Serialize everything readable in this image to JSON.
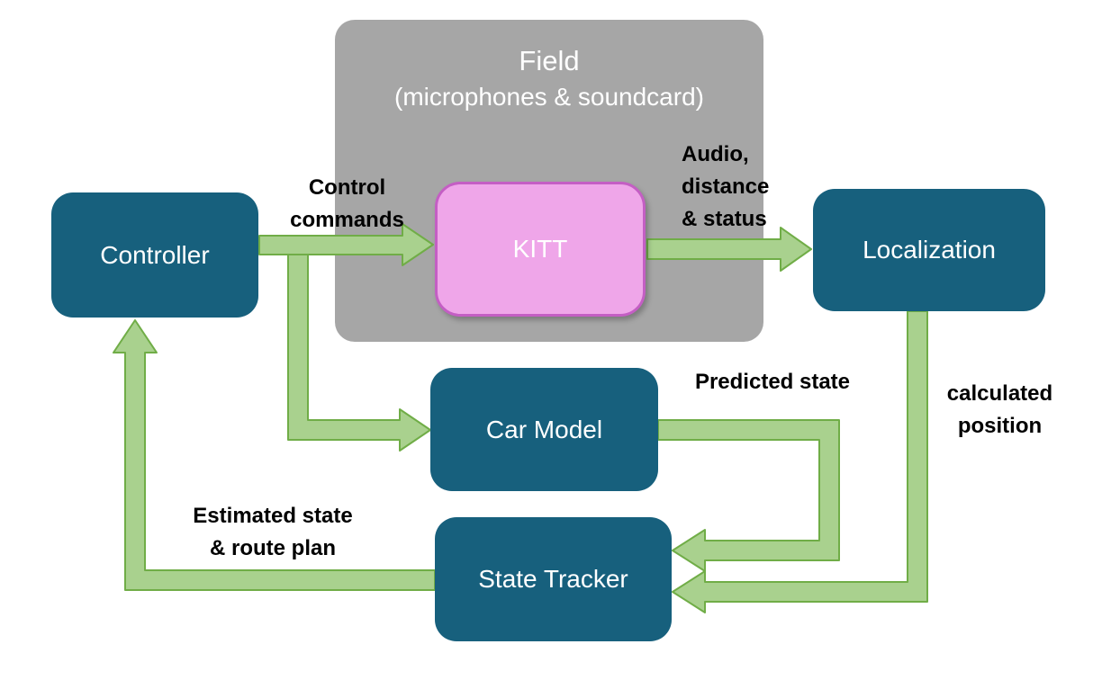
{
  "colors": {
    "node_fill": "#17607d",
    "node_text": "#ffffff",
    "field_fill": "#a6a6a6",
    "field_text": "#ffffff",
    "kitt_fill": "#efa6e9",
    "kitt_border": "#c45ec4",
    "arrow_fill": "#a9d18e",
    "arrow_stroke": "#70ad47",
    "label_text": "#000000",
    "background": "#ffffff"
  },
  "nodes": {
    "field": {
      "title": "Field",
      "subtitle": "(microphones & soundcard)"
    },
    "kitt": {
      "label": "KITT"
    },
    "controller": {
      "label": "Controller"
    },
    "localization": {
      "label": "Localization"
    },
    "car_model": {
      "label": "Car Model"
    },
    "state_tracker": {
      "label": "State Tracker"
    }
  },
  "edges": {
    "control_commands": {
      "label": "Control\ncommands"
    },
    "audio_distance_status": {
      "label": "Audio,\ndistance\n& status"
    },
    "predicted_state": {
      "label": "Predicted state"
    },
    "calculated_position": {
      "label": "calculated\nposition"
    },
    "estimated_state_route_plan": {
      "label": "Estimated state\n& route plan"
    }
  }
}
